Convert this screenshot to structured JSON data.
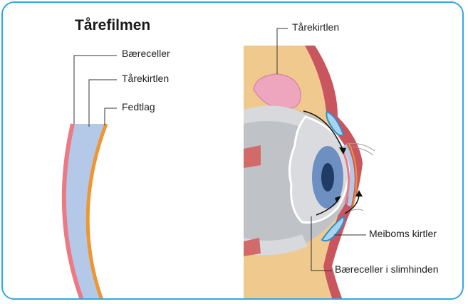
{
  "title": "Tårefilmen",
  "left_diagram": {
    "labels": {
      "mucin": "Bæreceller",
      "aqueous": "Tårekirtlen",
      "lipid": "Fedtlag"
    }
  },
  "right_diagram": {
    "labels": {
      "lacrimal_gland": "Tårekirtlen",
      "meibomian": "Meiboms kirtler",
      "goblet": "Bæreceller i slimhinden"
    }
  },
  "colors": {
    "border": "#33a8e0",
    "mucin_layer": "#ec7a85",
    "aqueous_layer": "#b4c8e8",
    "lipid_layer": "#f0952f",
    "skin": "#f0c98f",
    "muscle": "#c9555f",
    "gland": "#eda6be",
    "eyeball": "#bfc2c6",
    "iris": "#6d8fc2",
    "pupil": "#1f3b66",
    "gland_outline": "#2c8fd0"
  }
}
